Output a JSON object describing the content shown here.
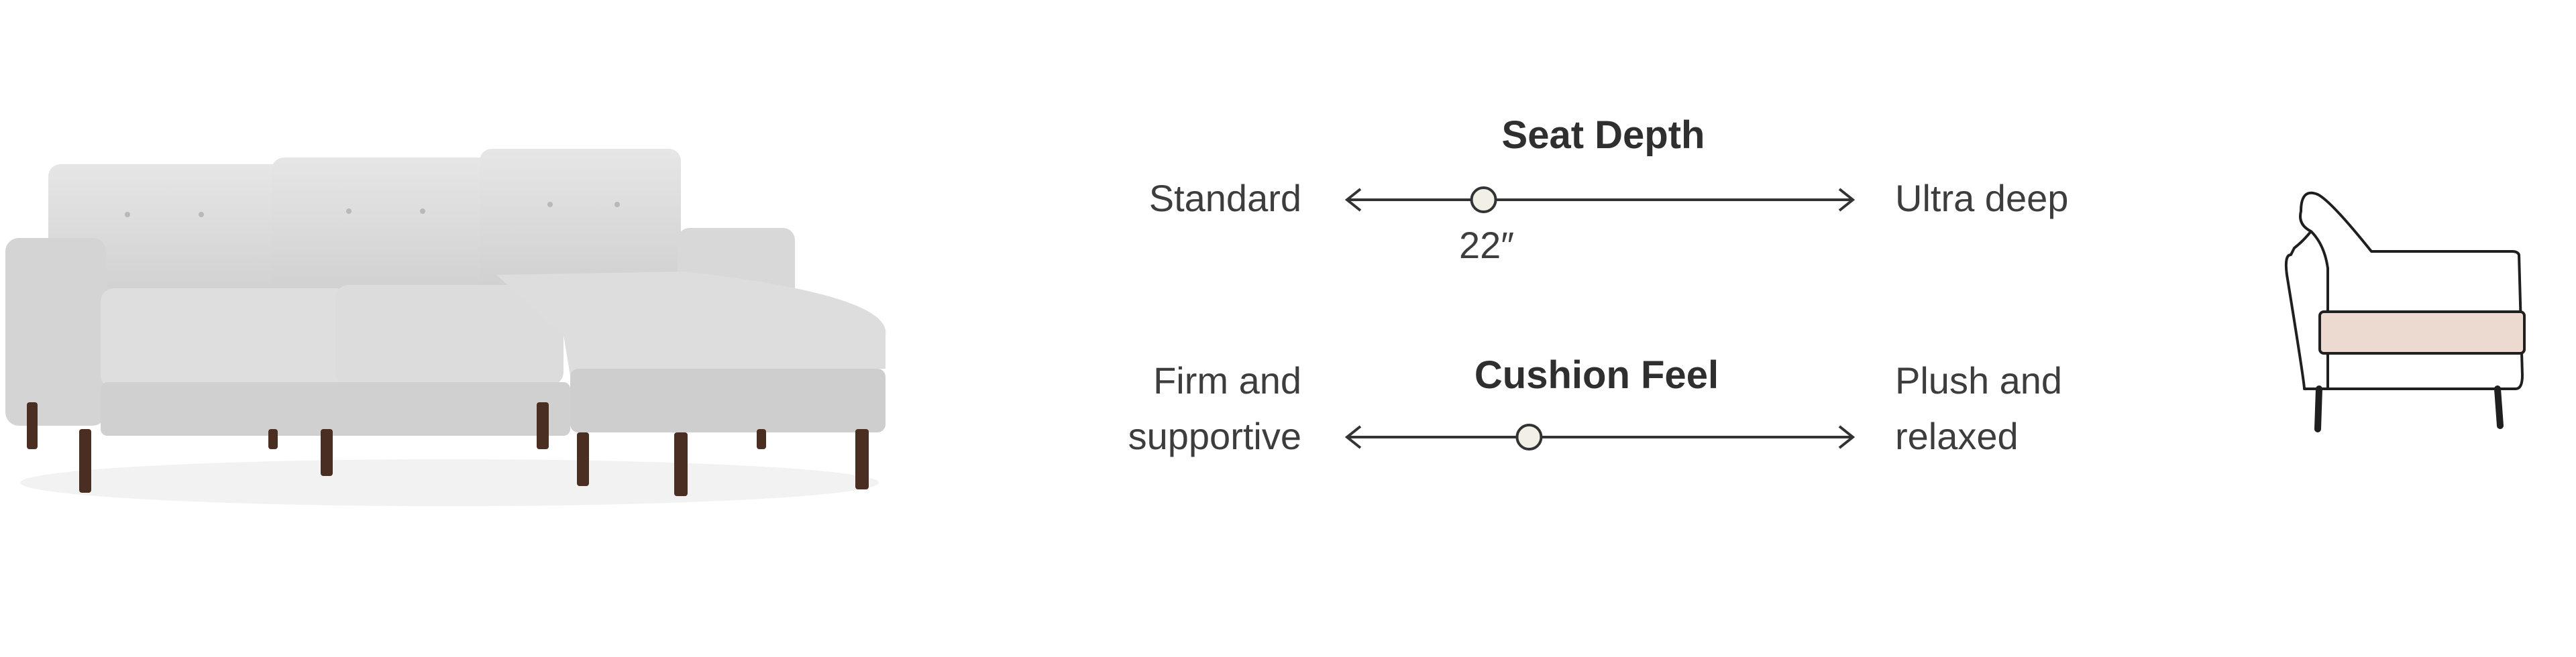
{
  "seat_depth": {
    "title": "Seat Depth",
    "min_label": "Standard",
    "max_label": "Ultra deep",
    "value_label": "22″",
    "position": 0.27
  },
  "cushion_feel": {
    "title": "Cushion Feel",
    "min_label_line1": "Firm and",
    "min_label_line2": "supportive",
    "max_label_line1": "Plush and",
    "max_label_line2": "relaxed",
    "position": 0.36
  },
  "colors": {
    "sofa_fabric": "#d9d9d9",
    "sofa_shadow": "#bdbdbd",
    "legs": "#4a2e22",
    "seat_highlight": "#ecd9cf",
    "line": "#333333",
    "knob": "#f1efe6"
  }
}
